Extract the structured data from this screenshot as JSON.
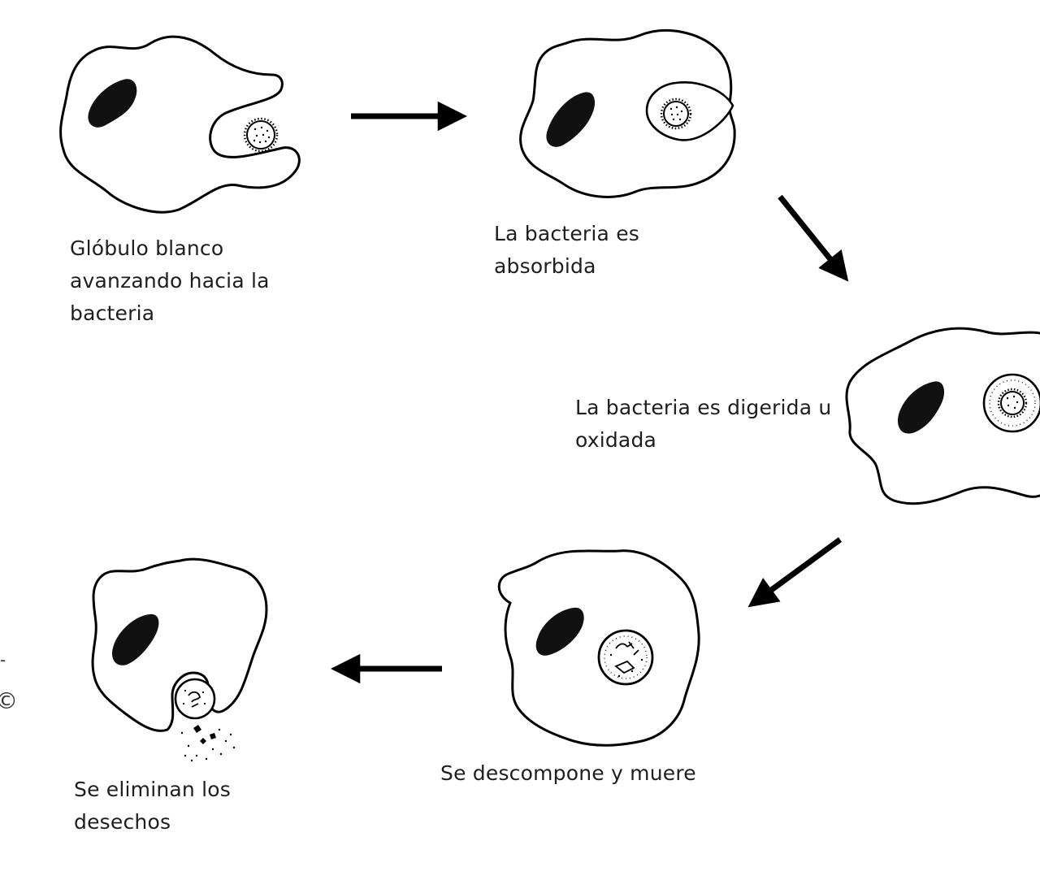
{
  "diagram": {
    "colors": {
      "stroke": "#000000",
      "background": "#ffffff",
      "text": "#1e1e1e"
    },
    "stages": [
      {
        "id": "approach",
        "caption": "Glóbulo blanco\navanzando hacia la\nbacteria"
      },
      {
        "id": "absorbed",
        "caption": "La bacteria es\nabsorbida"
      },
      {
        "id": "digested",
        "caption": "La bacteria es digerida u\noxidada"
      },
      {
        "id": "decomposes",
        "caption": "Se descompone y muere"
      },
      {
        "id": "eliminated",
        "caption": "Se eliminan los\ndesechos"
      }
    ],
    "arrows": [
      {
        "from": "approach",
        "to": "absorbed"
      },
      {
        "from": "absorbed",
        "to": "digested"
      },
      {
        "from": "digested",
        "to": "decomposes"
      },
      {
        "from": "decomposes",
        "to": "eliminated"
      }
    ],
    "edge_marks": {
      "dash": "-",
      "copyright": "©"
    }
  }
}
